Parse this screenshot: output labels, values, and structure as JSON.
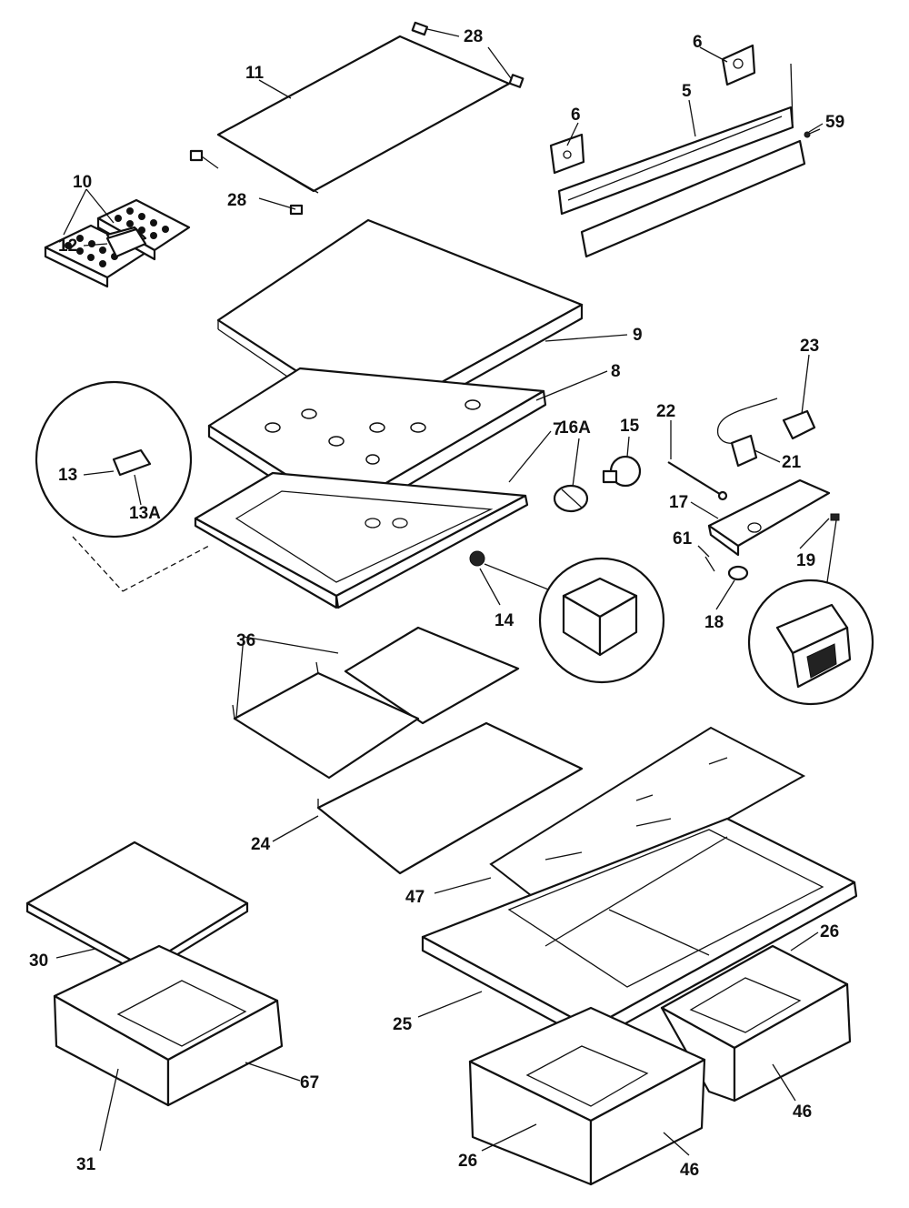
{
  "callouts": {
    "c11": "11",
    "c28a": "28",
    "c28b": "28",
    "c10": "10",
    "c6a": "6",
    "c5": "5",
    "c6b": "6",
    "c59": "59",
    "c9": "9",
    "c8": "8",
    "c7": "7",
    "c23": "23",
    "c12": "12",
    "c13": "13",
    "c13a": "13A",
    "c16a": "16A",
    "c15": "15",
    "c22": "22",
    "c21": "21",
    "c17": "17",
    "c61": "61",
    "c19": "19",
    "c18": "18",
    "c14": "14",
    "c36": "36",
    "c24": "24",
    "c47": "47",
    "c30": "30",
    "c26a": "26",
    "c25": "25",
    "c67": "67",
    "c31": "31",
    "c26b": "26",
    "c46a": "46",
    "c46b": "46"
  }
}
